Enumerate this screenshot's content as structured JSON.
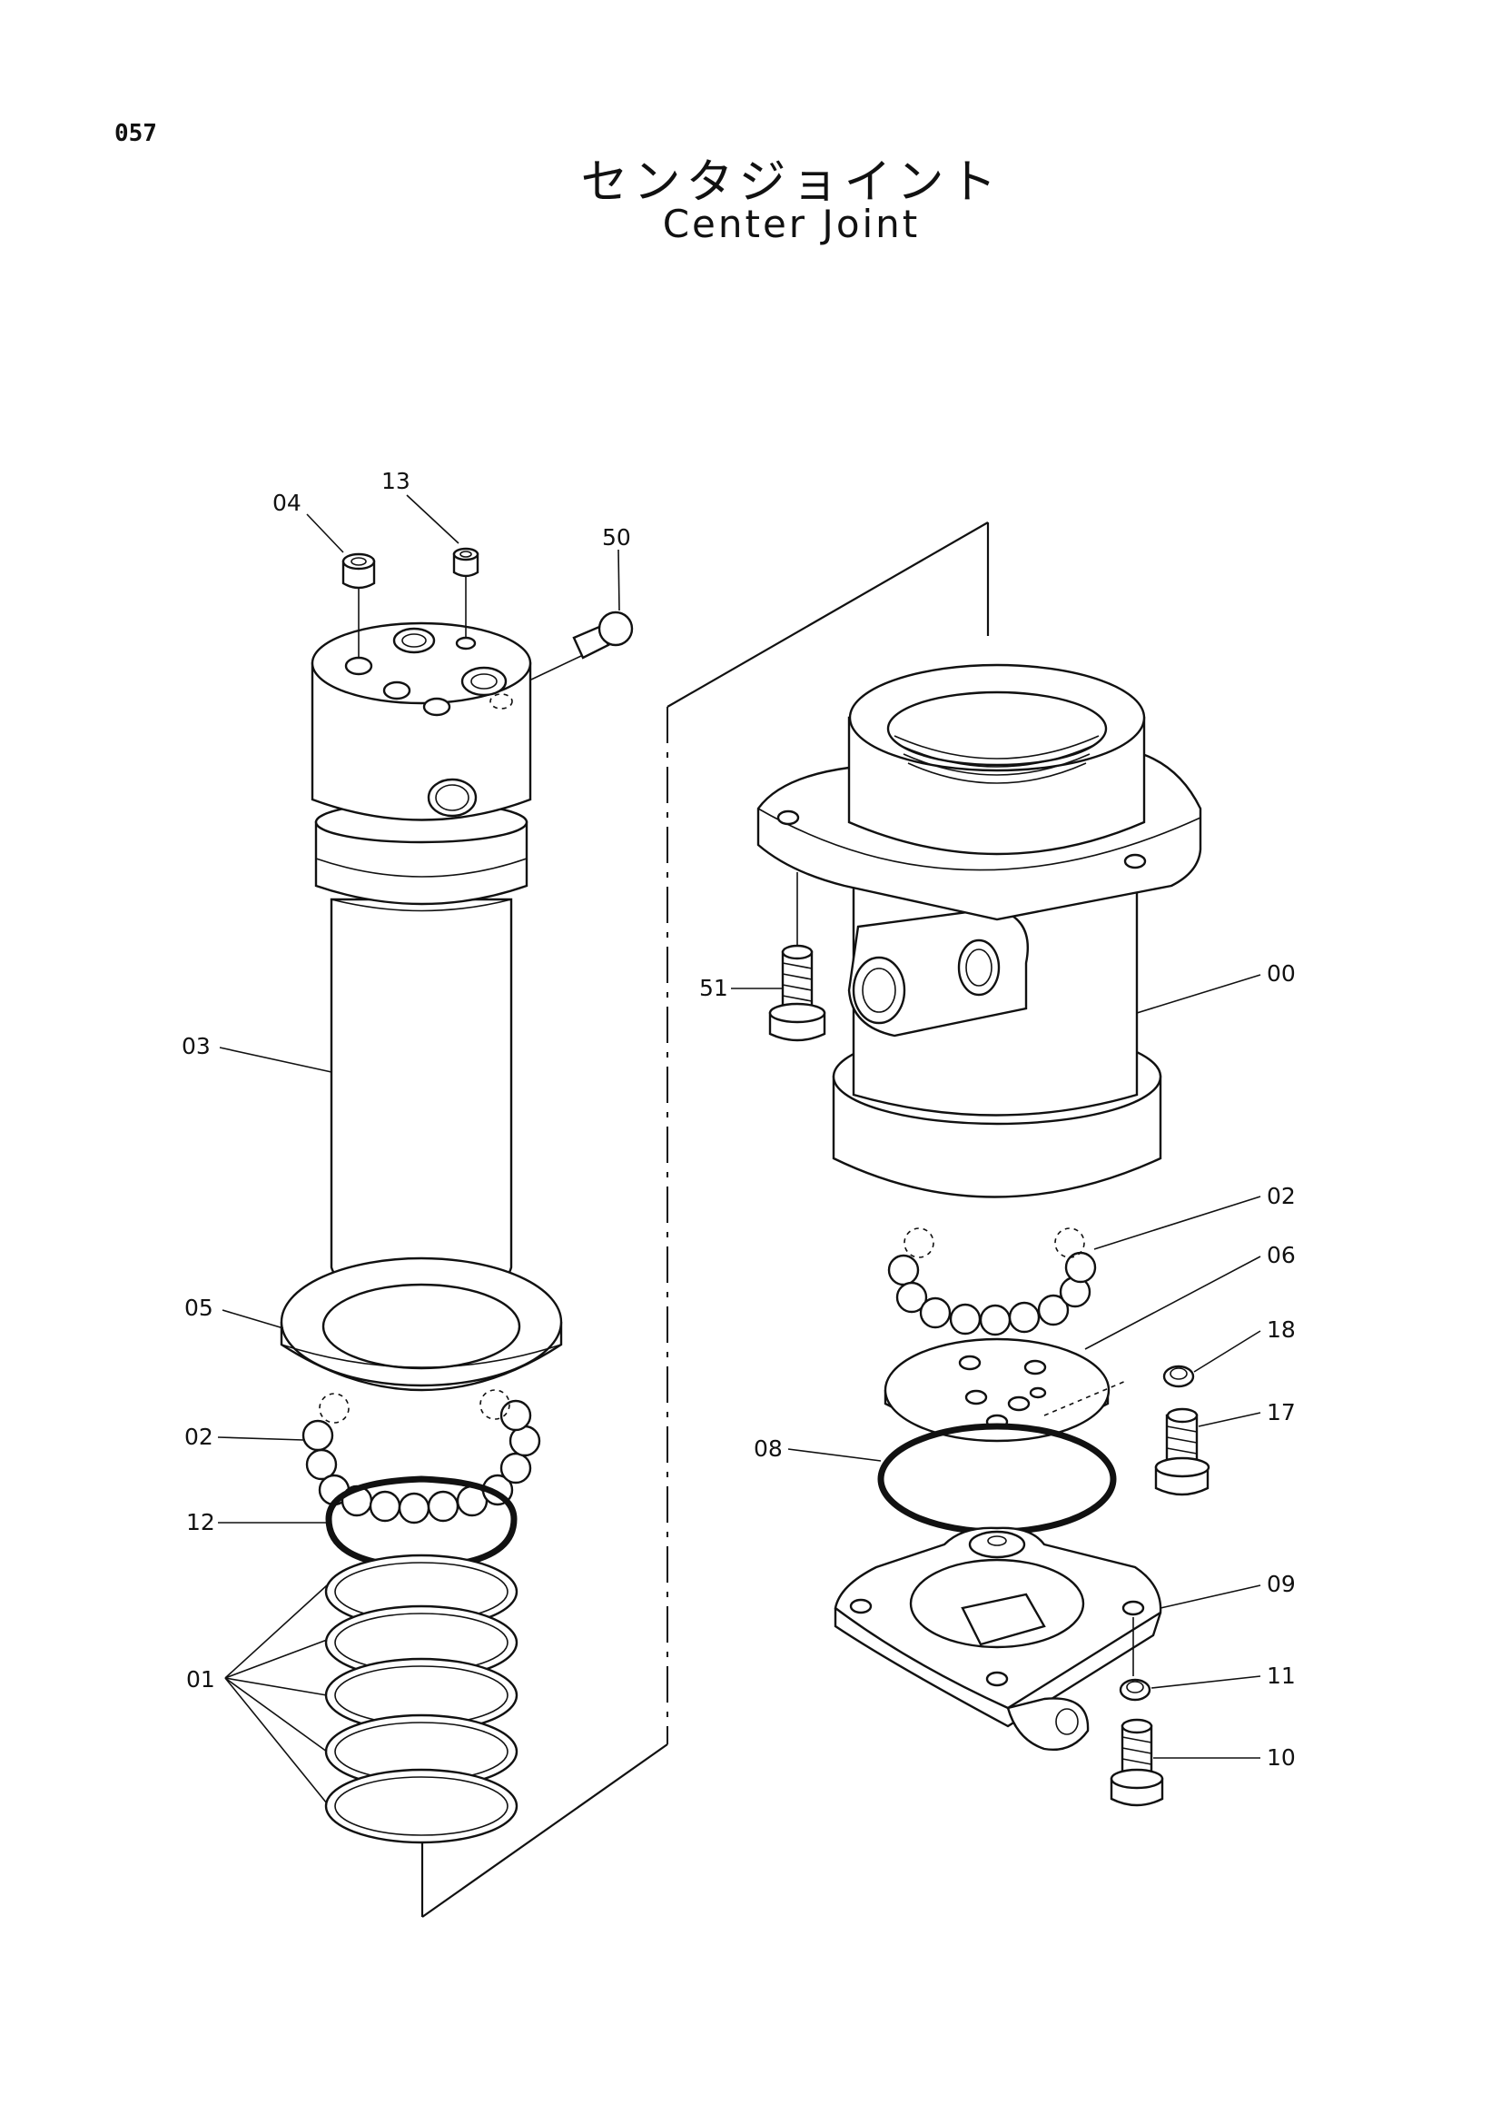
{
  "page": {
    "number": "057",
    "title_jp": "センタジョイント",
    "title_en": "Center  Joint"
  },
  "callouts": [
    {
      "id": "04",
      "label": "04"
    },
    {
      "id": "13",
      "label": "13"
    },
    {
      "id": "50",
      "label": "50"
    },
    {
      "id": "03",
      "label": "03"
    },
    {
      "id": "05",
      "label": "05"
    },
    {
      "id": "02",
      "label": "02"
    },
    {
      "id": "12",
      "label": "12"
    },
    {
      "id": "01",
      "label": "01"
    },
    {
      "id": "51",
      "label": "51"
    },
    {
      "id": "00",
      "label": "00"
    },
    {
      "id": "02b",
      "label": "02"
    },
    {
      "id": "06",
      "label": "06"
    },
    {
      "id": "18",
      "label": "18"
    },
    {
      "id": "08",
      "label": "08"
    },
    {
      "id": "17",
      "label": "17"
    },
    {
      "id": "09",
      "label": "09"
    },
    {
      "id": "11",
      "label": "11"
    },
    {
      "id": "10",
      "label": "10"
    }
  ]
}
